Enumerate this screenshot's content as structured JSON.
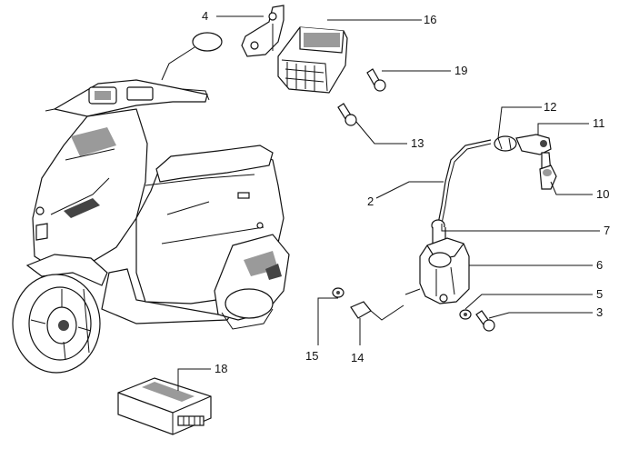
{
  "callouts": [
    {
      "id": "c4",
      "label": "4"
    },
    {
      "id": "c16",
      "label": "16"
    },
    {
      "id": "c19",
      "label": "19"
    },
    {
      "id": "c13",
      "label": "13"
    },
    {
      "id": "c12",
      "label": "12"
    },
    {
      "id": "c11",
      "label": "11"
    },
    {
      "id": "c10",
      "label": "10"
    },
    {
      "id": "c2",
      "label": "2"
    },
    {
      "id": "c7",
      "label": "7"
    },
    {
      "id": "c6",
      "label": "6"
    },
    {
      "id": "c5",
      "label": "5"
    },
    {
      "id": "c3",
      "label": "3"
    },
    {
      "id": "c15",
      "label": "15"
    },
    {
      "id": "c14",
      "label": "14"
    },
    {
      "id": "c18",
      "label": "18"
    }
  ]
}
